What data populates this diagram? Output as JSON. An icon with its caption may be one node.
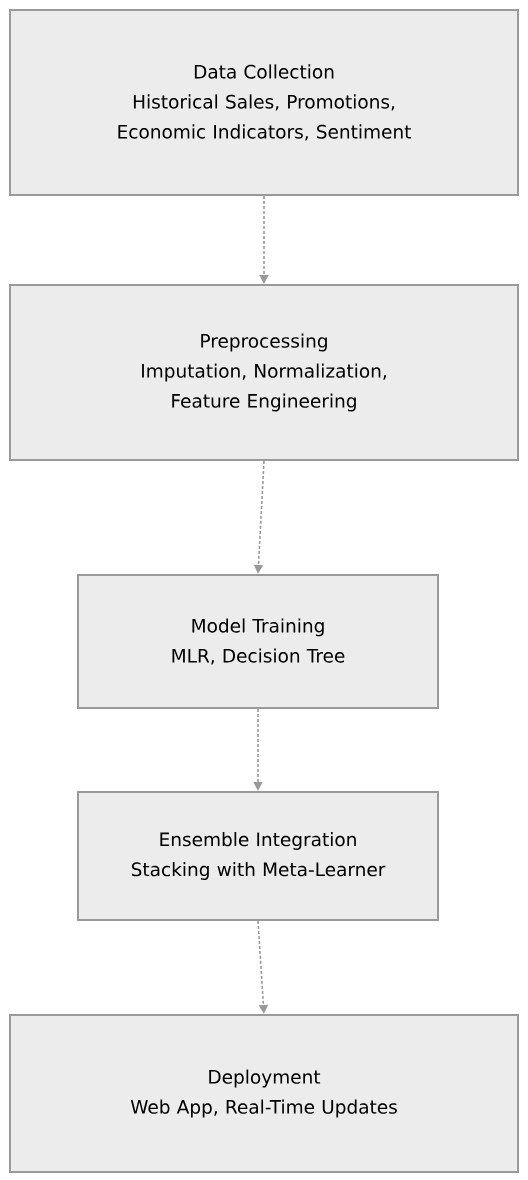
{
  "diagram": {
    "nodes": [
      {
        "text": [
          "Data Collection",
          "Historical Sales, Promotions, Economic Indicators, Sentiment"
        ]
      },
      {
        "text": [
          "Preprocessing",
          "Imputation, Normalization, Feature Engineering"
        ]
      },
      {
        "text": [
          "Model Training",
          "MLR, Decision Tree"
        ]
      },
      {
        "text": [
          "Ensemble Integration",
          "Stacking with Meta-Learner"
        ]
      },
      {
        "text": [
          "Deployment",
          "Web App, Real-Time Updates"
        ]
      }
    ],
    "edges": [
      {
        "from": 0,
        "to": 1,
        "arrow": "to",
        "style": "dashed"
      },
      {
        "from": 1,
        "to": 2,
        "arrow": "to",
        "style": "dashed"
      },
      {
        "from": 2,
        "to": 3,
        "arrow": "to",
        "style": "dashed"
      },
      {
        "from": 3,
        "to": 4,
        "arrow": "to",
        "style": "dashed"
      }
    ]
  }
}
